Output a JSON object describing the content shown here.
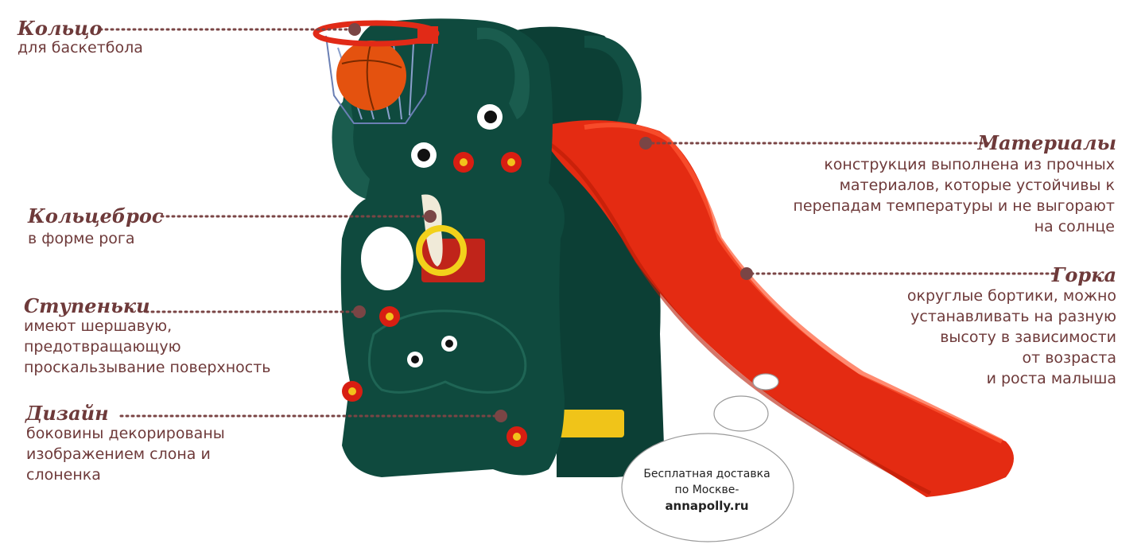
{
  "annotations": {
    "ring": {
      "title": "Кольцо",
      "lines": [
        "для баскетбола"
      ]
    },
    "horn": {
      "title": "Кольцеброс",
      "lines": [
        "в форме рога"
      ]
    },
    "steps": {
      "title": "Ступеньки",
      "lines": [
        "имеют шершавую,",
        "предотвращающую",
        "проскальзывание поверхность"
      ]
    },
    "design": {
      "title": "Дизайн",
      "lines": [
        "боковины декорированы",
        "изображением слона и",
        "слоненка"
      ]
    },
    "materials": {
      "title": "Материалы",
      "lines": [
        "конструкция выполнена из прочных",
        "материалов, которые устойчивы к",
        "перепадам температуры и не выгорают",
        "на солнце"
      ]
    },
    "slide": {
      "title": "Горка",
      "lines": [
        "округлые бортики, можно",
        "устанавливать на разную",
        "высоту в зависимости",
        "от возраста",
        "и роста малыша"
      ]
    }
  },
  "bubble": {
    "line1": "Бесплатная доставка",
    "line2": "по Москве-",
    "site": "annapolly.ru"
  },
  "colors": {
    "text": "#6e3a3a",
    "elephant": "#0f4a3e",
    "slide": "#e42b12",
    "dot": "#7a4545"
  }
}
